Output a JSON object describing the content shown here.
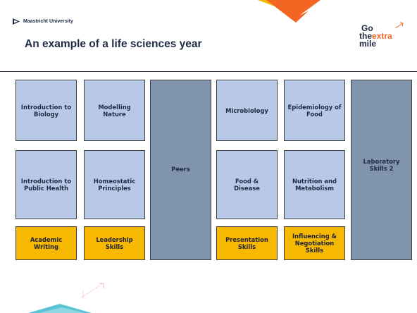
{
  "header": {
    "university": "Maastricht University",
    "title": "An example of a life sciences year",
    "slogan": {
      "line1": "Go",
      "line2_a": "the",
      "line2_b": "extra",
      "line3": "mile"
    }
  },
  "colors": {
    "course": "#b8c9e8",
    "skill": "#f6b800",
    "tall": "#8094ac",
    "ribbon": "#f26522",
    "accent_teal": "#5bc3d6",
    "text": "#1f2a44"
  },
  "boxes": {
    "intro_biology": "Introduction to Biology",
    "modelling_nature": "Modelling Nature",
    "peers": "Peers",
    "microbiology": "Microbiology",
    "epidemiology_food": "Epidemiology of Food",
    "lab_skills": "Laboratory Skills 2",
    "intro_public_health": "Introduction to Public Health",
    "homeostatic_principles": "Homeostatic Principles",
    "food_disease": "Food & Disease",
    "nutrition_metabolism": "Nutrition and Metabolism",
    "academic_writing": "Academic Writing",
    "leadership_skills": "Leadership Skills",
    "presentation_skills": "Presentation Skills",
    "influencing_negotiation": "Influencing & Negotiation Skills"
  }
}
